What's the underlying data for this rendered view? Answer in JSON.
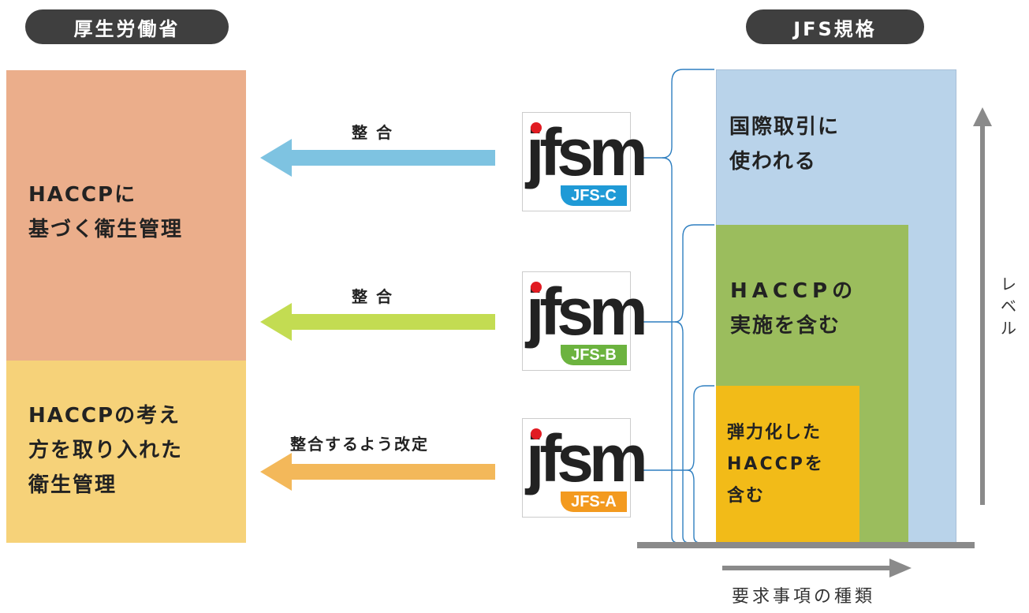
{
  "headers": {
    "left": "厚生労働省",
    "right": "JFS規格"
  },
  "left_boxes": {
    "top": {
      "lines": [
        "HACCPに",
        "基づく衛生管理"
      ],
      "color": "#ebae8b"
    },
    "bottom": {
      "lines": [
        "HACCPの考え",
        "方を取り入れた",
        "衛生管理"
      ],
      "color": "#f6d279"
    }
  },
  "arrows": [
    {
      "label": "整 合",
      "color": "#7ec3e1"
    },
    {
      "label": "整 合",
      "color": "#c3dc52"
    },
    {
      "label": "整合するよう改定",
      "color": "#f3b85a"
    }
  ],
  "logos": [
    {
      "text": "jfsm",
      "badge": "JFS-C",
      "color": "#1f9ad6"
    },
    {
      "text": "jfsm",
      "badge": "JFS-B",
      "color": "#6cb33f"
    },
    {
      "text": "jfsm",
      "badge": "JFS-A",
      "color": "#f39a1f"
    }
  ],
  "standards": {
    "c": {
      "lines": [
        "国際取引に",
        "使われる"
      ],
      "color": "#b9d3ea"
    },
    "b": {
      "lines": [
        "HACCPの",
        "実施を含む"
      ],
      "color": "#9bbd5d"
    },
    "a": {
      "lines": [
        "弾力化した",
        "HACCPを",
        "含む"
      ],
      "color": "#f2bb18"
    }
  },
  "axes": {
    "vertical_label": [
      "レ",
      "ベ",
      "ル"
    ],
    "horizontal_label": "要求事項の種類"
  }
}
